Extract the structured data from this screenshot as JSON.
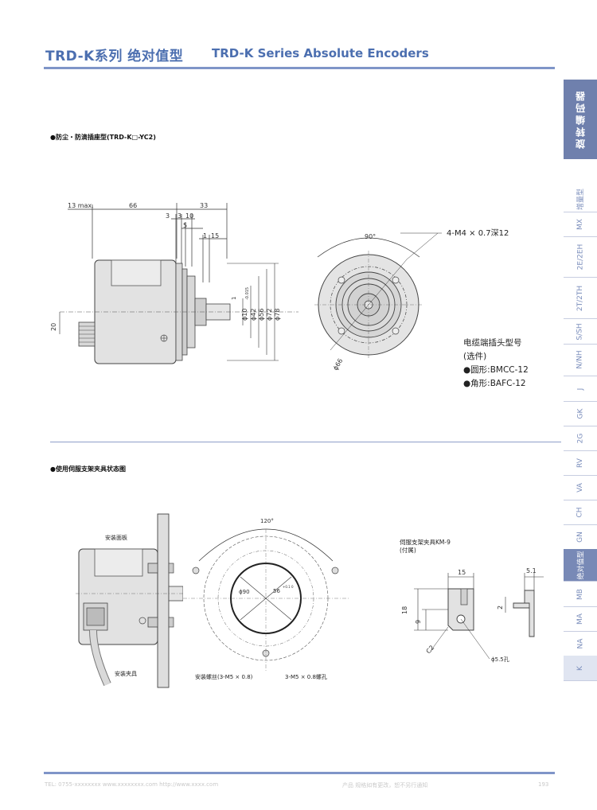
{
  "header": {
    "title_cn": "TRD-K系列  绝对值型",
    "title_en": "TRD-K Series Absolute Encoders"
  },
  "section1": {
    "heading": "●防尘・防滴插座型(TRD-K□-YC2)",
    "dims": {
      "d13max": "13 max.",
      "d66": "66",
      "d33": "33",
      "d3a": "3",
      "d3b": "3",
      "d10": "10",
      "d5": "5",
      "d1": "1",
      "d15": "15",
      "d20": "20",
      "d1b": "1",
      "phi10": "ϕ10",
      "phi10_tol": "-0.015",
      "phi42": "ϕ42",
      "phi56": "ϕ56",
      "phi72": "ϕ72",
      "phi78": "ϕ78",
      "angle90": "90°",
      "thread": "4-M4 × 0.7深12",
      "phi66": "ϕ66"
    },
    "connector": {
      "title": "电缆端插头型号",
      "subtitle": "(选件)",
      "round": "●圆形:BMCC-12",
      "square": "●角形:BAFC-12"
    }
  },
  "section2": {
    "heading": "●使用伺服支架夹具状态图",
    "labels": {
      "mount_plate": "安装面板",
      "clamp": "安装夹具",
      "screw": "安装螺丝(3-M5 × 0.8)",
      "tap": "3-M5 × 0.8螺孔",
      "angle120": "120°",
      "phi90": "ϕ90",
      "phi56": "56",
      "phi56_tol": "+0.1 0"
    },
    "bracket": {
      "title": "伺服支架夹具KM-9",
      "subtitle": "(付属)",
      "d15": "15",
      "d51": "5.1",
      "d18": "18",
      "d9": "9",
      "d2": "2",
      "c2": "C2",
      "hole": "ϕ5.5孔"
    }
  },
  "sidebar": {
    "header": "旋转编码器",
    "tabs": [
      "增量型",
      "MX",
      "2E/2EH",
      "2T/2TH",
      "S/SH",
      "N/NH",
      "J",
      "GK",
      "2G",
      "RV",
      "VA",
      "CH",
      "GN",
      "绝对值型",
      "MB",
      "MA",
      "NA",
      "K"
    ]
  },
  "footer": {
    "left": "TEL: 0755-xxxxxxxx  www.xxxxxxxx.com  http://www.xxxx.com",
    "center": "产品  规格如有更改，恕不另行通知",
    "page": "193"
  }
}
